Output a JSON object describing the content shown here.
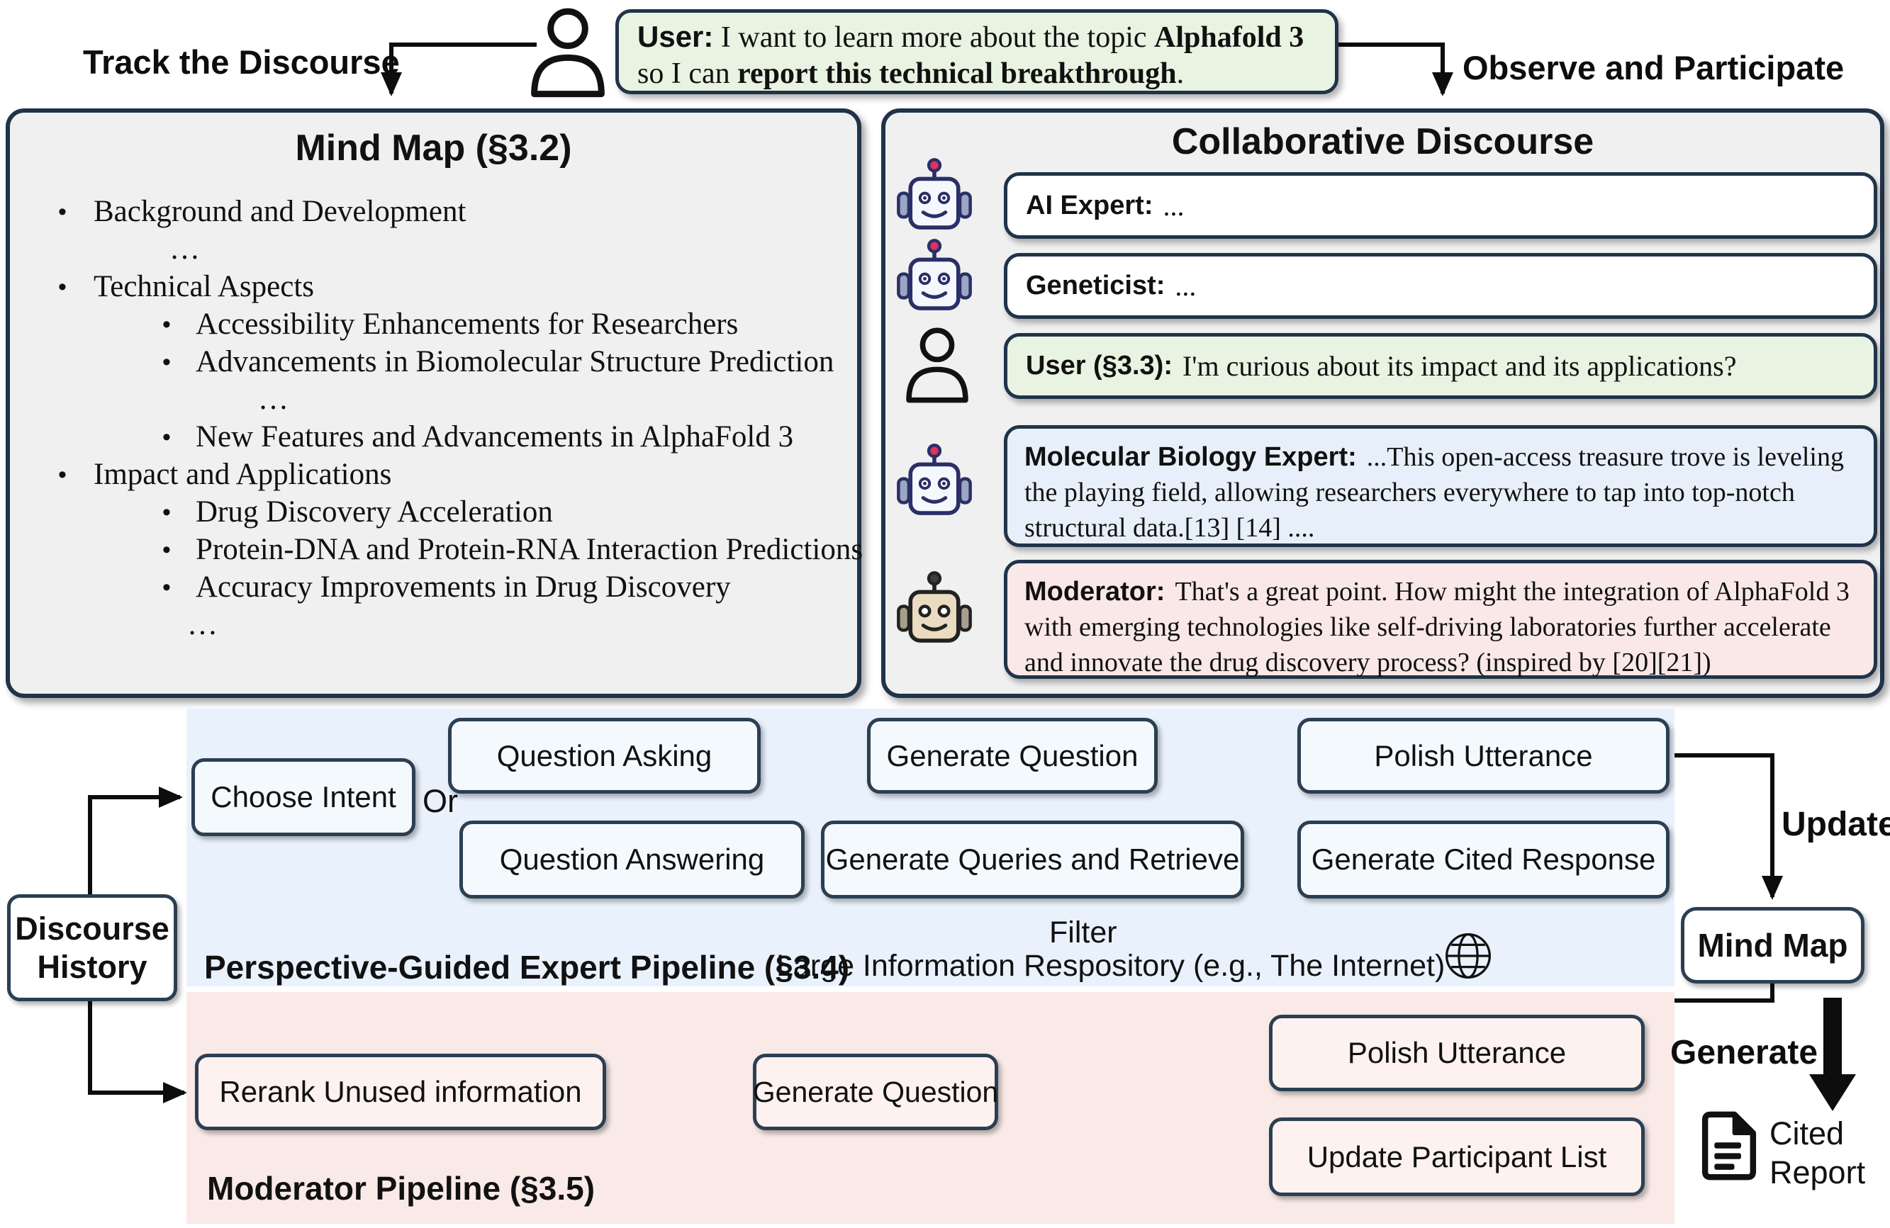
{
  "colors": {
    "panel_bg": "#f0f0f0",
    "panel_border": "#20334a",
    "green_bubble": "#e9f3e2",
    "blue_bubble": "#e7f0fa",
    "pink_bubble": "#f9e8e7",
    "blue_band": "#e9f2fc",
    "pink_band": "#f9eae7",
    "blue_box": "#f4f9fe",
    "pink_box": "#fdf2ef",
    "box_border": "#2b3f52",
    "robot_navy": "#2a2f66",
    "robot_red": "#e0315f",
    "line": "#0d0d0d"
  },
  "top": {
    "left_label": "Track the Discourse",
    "right_label": "Observe and Participate",
    "user_name": "User:",
    "line1_text": " I want to learn more about the topic ",
    "line1_bold": "Alphafold 3",
    "line2_text": "so I can ",
    "line2_bold": "report this technical breakthrough",
    "line2_suffix": "."
  },
  "mind_map_panel": {
    "title": "Mind Map (§3.2)",
    "items": [
      {
        "cls": "l1",
        "bullet": true,
        "text": "Background and Development"
      },
      {
        "cls": "e1",
        "bullet": false,
        "text": "…"
      },
      {
        "cls": "l1",
        "bullet": true,
        "text": "Technical Aspects"
      },
      {
        "cls": "l2",
        "bullet": true,
        "text": "Accessibility Enhancements for Researchers"
      },
      {
        "cls": "l2",
        "bullet": true,
        "text": "Advancements in Biomolecular Structure Prediction"
      },
      {
        "cls": "e3",
        "bullet": false,
        "text": "…"
      },
      {
        "cls": "l2",
        "bullet": true,
        "text": "New Features and Advancements in AlphaFold 3"
      },
      {
        "cls": "l1",
        "bullet": true,
        "text": "Impact and Applications"
      },
      {
        "cls": "l2",
        "bullet": true,
        "text": "Drug Discovery Acceleration"
      },
      {
        "cls": "l2",
        "bullet": true,
        "text": "Protein-DNA and Protein-RNA Interaction Predictions"
      },
      {
        "cls": "l2",
        "bullet": true,
        "text": "Accuracy Improvements in Drug Discovery"
      },
      {
        "cls": "e2",
        "bullet": false,
        "text": "…"
      }
    ]
  },
  "discourse_panel": {
    "title": "Collaborative Discourse",
    "messages": [
      {
        "speaker": "AI Expert:",
        "text": "...",
        "icon": "robot-blue"
      },
      {
        "speaker": "Geneticist:",
        "text": "...",
        "icon": "robot-blue"
      },
      {
        "speaker": "User (§3.3):",
        "text": "I'm curious about its impact and its applications?",
        "icon": "person"
      },
      {
        "speaker": "Molecular Biology Expert:",
        "text": "...This open-access treasure trove is leveling the playing field, allowing researchers everywhere to tap into top-notch structural data.[13] [14] ....",
        "icon": "robot-blue"
      },
      {
        "speaker": "Moderator:",
        "text": "That's a great point. How might the integration of AlphaFold 3 with emerging technologies like self-driving laboratories further accelerate and innovate the drug discovery process? (inspired by [20][21])",
        "icon": "robot-tan"
      }
    ]
  },
  "expert_pipeline": {
    "label": "Perspective-Guided Expert Pipeline (§3.4)",
    "choose_intent": "Choose Intent",
    "or_label": "Or",
    "question_asking": "Question Asking",
    "generate_question": "Generate Question",
    "polish_utterance": "Polish Utterance",
    "question_answering": "Question Answering",
    "generate_queries": "Generate Queries and Retrieve",
    "generate_cited_response": "Generate Cited Response",
    "filter_label": "Filter",
    "repository_label": "Large Information Respository (e.g., The Internet)"
  },
  "moderator_pipeline": {
    "label": "Moderator Pipeline (§3.5)",
    "rerank": "Rerank Unused information",
    "generate_question": "Generate Question",
    "polish_utterance": "Polish Utterance",
    "update_participant_list": "Update Participant List"
  },
  "side": {
    "discourse_history": "Discourse History",
    "update_label": "Update",
    "mind_map_box": "Mind Map",
    "generate_label": "Generate",
    "cited_report": "Cited Report"
  }
}
